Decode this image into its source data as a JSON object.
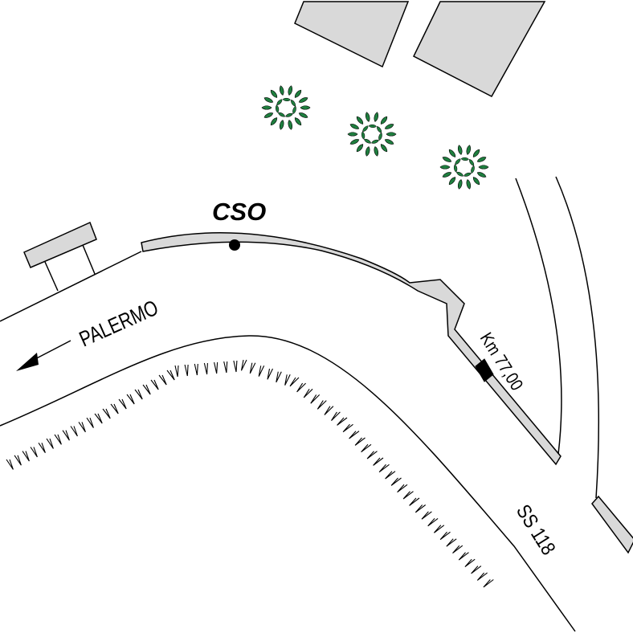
{
  "labels": {
    "station": "CSO",
    "direction": "PALERMO",
    "km": "Km 77,00",
    "road": "SS 118"
  },
  "colors": {
    "building_fill": "#d9d9d9",
    "sidewalk_fill": "#d9d9d9",
    "tree_leaf": "#1f7f3f",
    "line": "#000000"
  },
  "icons": {
    "tree": "tree-icon",
    "station_marker": "station-dot-icon",
    "arrow": "arrow-left-icon"
  }
}
